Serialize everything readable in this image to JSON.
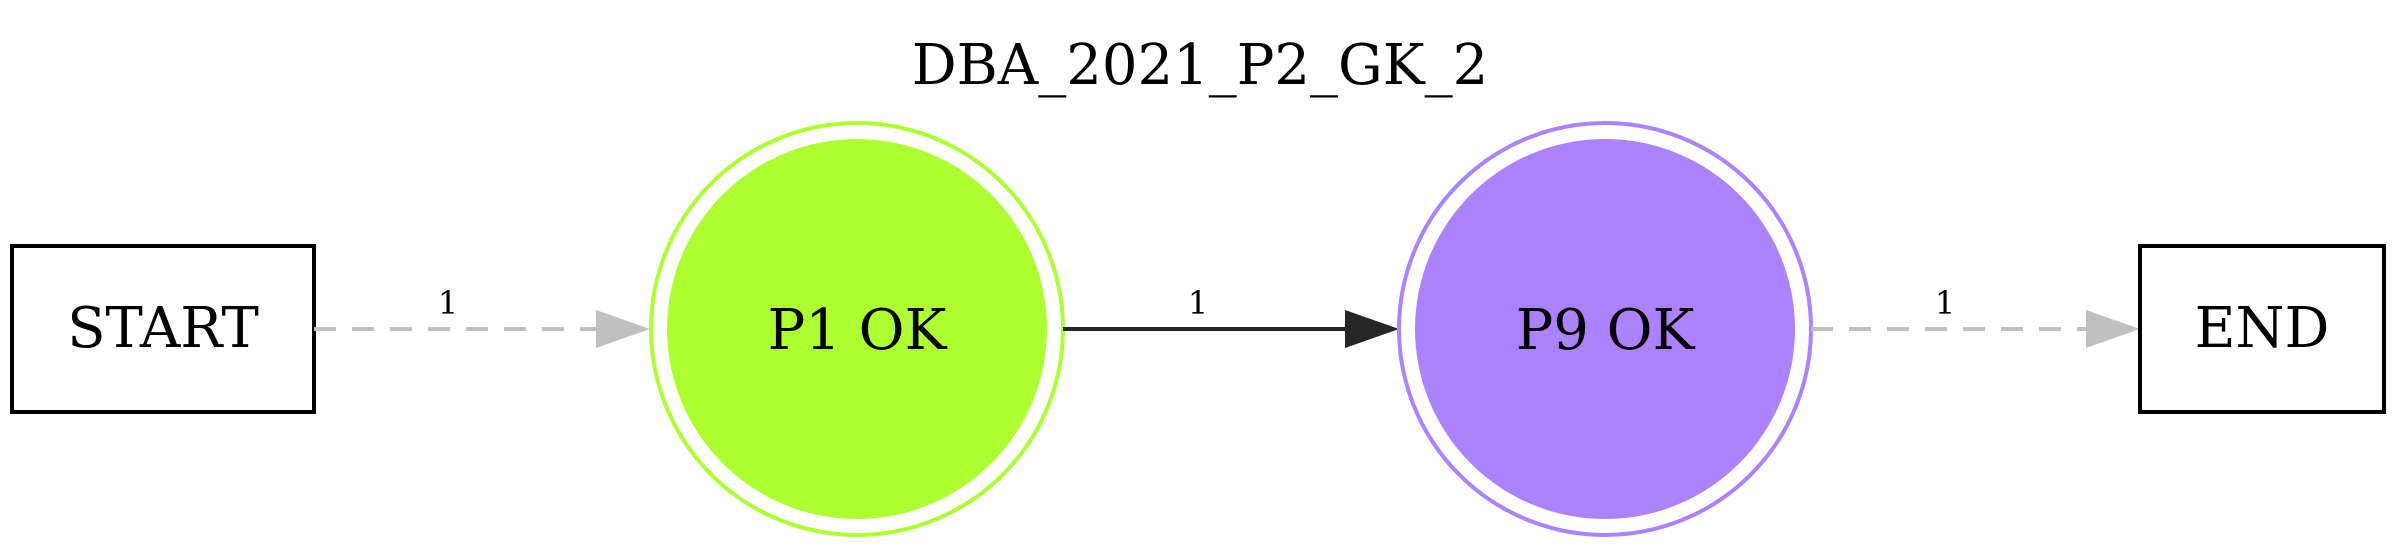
{
  "diagram": {
    "title": "DBA_2021_P2_GK_2",
    "nodes": {
      "start": {
        "label": "START"
      },
      "p1": {
        "label": "P1 OK",
        "fill": "#adff2f",
        "stroke": "#adff2f"
      },
      "p9": {
        "label": "P9 OK",
        "fill": "#ab82ff",
        "stroke": "#ab82ff"
      },
      "end": {
        "label": "END"
      }
    },
    "edges": [
      {
        "from": "START",
        "to": "P1 OK",
        "label": "1",
        "style": "dashed",
        "color": "#c0c0c0"
      },
      {
        "from": "P1 OK",
        "to": "P9 OK",
        "label": "1",
        "style": "solid",
        "color": "#262626"
      },
      {
        "from": "P9 OK",
        "to": "END",
        "label": "1",
        "style": "dashed",
        "color": "#c0c0c0"
      }
    ]
  }
}
